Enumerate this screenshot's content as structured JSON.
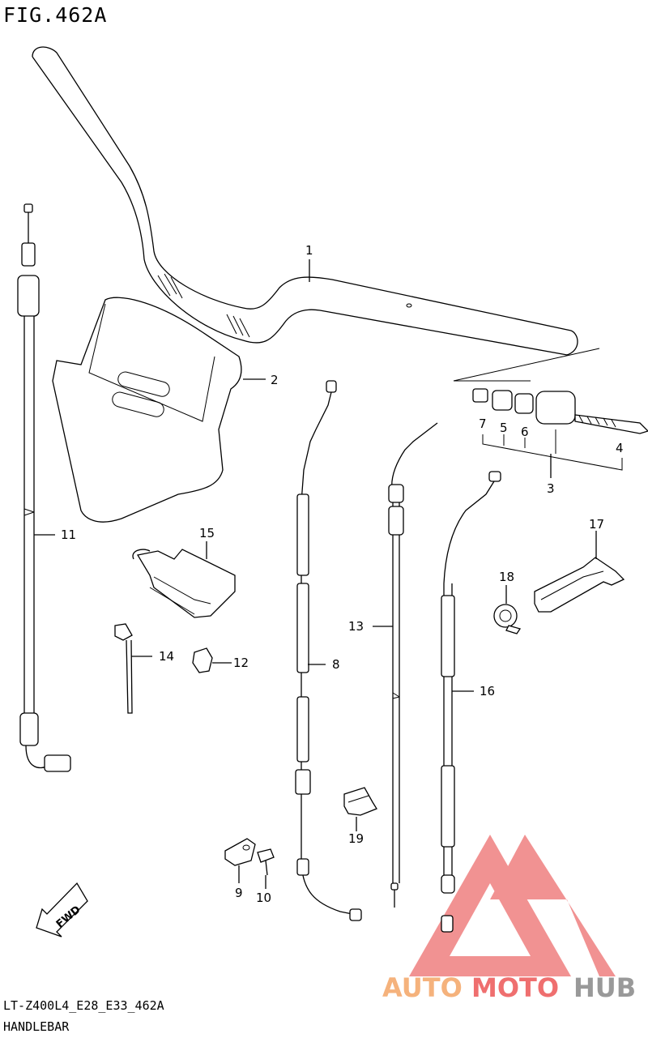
{
  "figure": {
    "title": "FIG.462A",
    "model_code": "LT-Z400L4_E28_E33_462A",
    "section_name": "HANDLEBAR"
  },
  "callouts": [
    "1",
    "2",
    "3",
    "4",
    "5",
    "6",
    "7",
    "8",
    "9",
    "10",
    "11",
    "12",
    "13",
    "14",
    "15",
    "16",
    "17",
    "18",
    "19"
  ],
  "fwd_arrow": {
    "label": "FWD"
  },
  "watermark": {
    "word_a": "AUTO",
    "word_b": "MOTO",
    "word_c": "HUB",
    "color_a": "#f5b27c",
    "color_b": "#ef6f6f",
    "color_c": "#999999"
  }
}
